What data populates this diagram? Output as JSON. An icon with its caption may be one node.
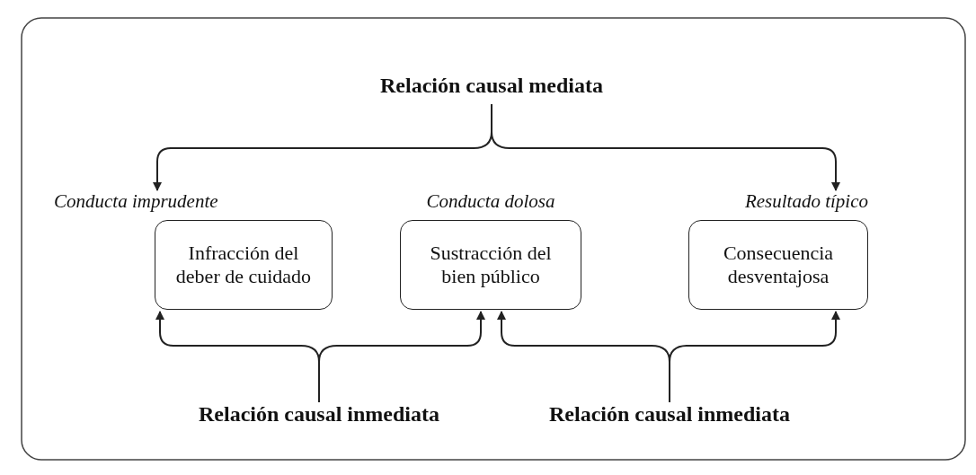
{
  "diagram": {
    "nodes": [
      {
        "text": [
          "Conducta imprudente",
          "Infracción del deber de cuidado"
        ]
      },
      {
        "text": [
          "Conducta dolosa",
          "Sustracción del bien público"
        ]
      },
      {
        "text": [
          "Resultado típico",
          "Consecuencia desventajosa"
        ]
      },
      {
        "text": [
          "Relación causal mediata"
        ]
      },
      {
        "text": [
          "Relación causal inmediata"
        ]
      },
      {
        "text": [
          "Relación causal inmediata"
        ]
      }
    ],
    "edges": [
      {
        "from": 3,
        "to": 0,
        "arrow": "to"
      },
      {
        "from": 3,
        "to": 2,
        "arrow": "to"
      },
      {
        "from": 4,
        "to": 0,
        "arrow": "to"
      },
      {
        "from": 4,
        "to": 1,
        "arrow": "to"
      },
      {
        "from": 5,
        "to": 1,
        "arrow": "to"
      },
      {
        "from": 5,
        "to": 2,
        "arrow": "to"
      }
    ]
  }
}
